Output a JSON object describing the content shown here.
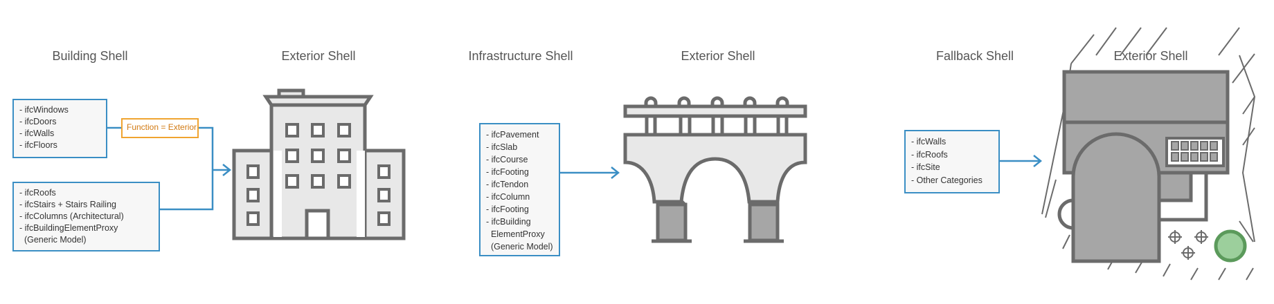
{
  "panels": [
    {
      "title": "Building Shell"
    },
    {
      "title": "Exterior Shell"
    },
    {
      "title": "Infrastructure Shell"
    },
    {
      "title": "Exterior Shell"
    },
    {
      "title": "Fallback Shell"
    },
    {
      "title": "Exterior Shell"
    }
  ],
  "building": {
    "box_top": [
      "- ifcWindows",
      "- ifcDoors",
      "- ifcWalls",
      "- ifcFloors"
    ],
    "function_label": "Function = Exterior",
    "box_bottom": [
      "- ifcRoofs",
      "- ifcStairs + Stairs Railing",
      "- ifcColumns (Architectural)",
      "- ifcBuildingElementProxy",
      "  (Generic Model)"
    ]
  },
  "infrastructure": {
    "box": [
      "- ifcPavement",
      "- ifcSlab",
      "- ifcCourse",
      "- ifcFooting",
      "- ifcTendon",
      "- ifcColumn",
      "- ifcFooting",
      "- ifcBuilding",
      "  ElementProxy",
      "  (Generic Model)"
    ]
  },
  "fallback": {
    "box": [
      "- ifcWalls",
      "- ifcRoofs",
      "- ifcSite",
      "- Other Categories"
    ]
  },
  "colors": {
    "connector": "#3a8ec4",
    "function_border": "#f0a430",
    "icon_stroke": "#6b6b6b",
    "icon_fill": "#a6a6a6",
    "site_green": "#5b9a5b"
  }
}
